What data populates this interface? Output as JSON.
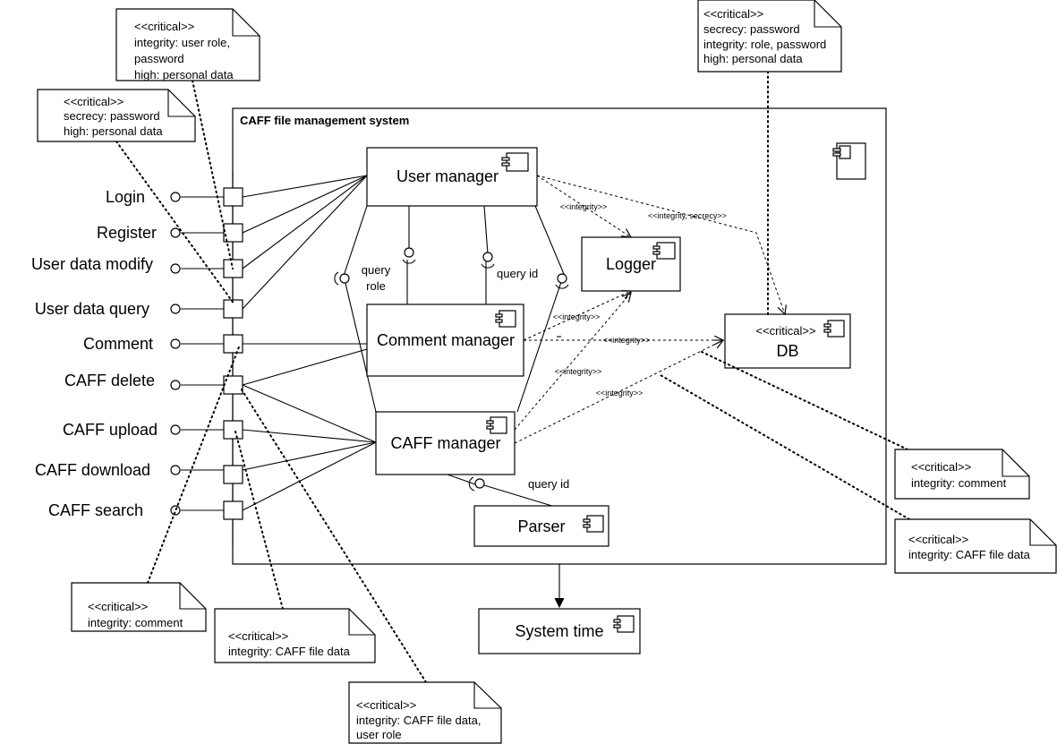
{
  "system": {
    "title": "CAFF file management system"
  },
  "components": {
    "user_manager": "User manager",
    "logger": "Logger",
    "db_stereotype": "<<critical>>",
    "db": "DB",
    "comment_manager": "Comment manager",
    "caff_manager": "CAFF manager",
    "parser": "Parser",
    "system_time": "System time"
  },
  "ports": [
    "Login",
    "Register",
    "User data modify",
    "User data query",
    "Comment",
    "CAFF delete",
    "CAFF upload",
    "CAFF download",
    "CAFF search"
  ],
  "interface_labels": {
    "query_role_1": "query",
    "query_role_2": "role",
    "query_id_user": "query id",
    "query_id_parser": "query id"
  },
  "dependency_labels": {
    "um_logger": "<<integrity>>",
    "um_db": "<<integrity, secrecy>>",
    "cm_logger": "<<integrity>>",
    "cm_db": "<<integrity>>",
    "caff_logger": "<<integrity>>",
    "caff_db": "<<integrity>>"
  },
  "notes": {
    "n1": [
      "<<critical>>",
      "integrity: user role,",
      "password",
      "high: personal data"
    ],
    "n2": [
      "<<critical>>",
      "secrecy: password",
      "high: personal data"
    ],
    "n3": [
      "<<critical>>",
      "secrecy: password",
      "integrity: role, password",
      "high: personal data"
    ],
    "n4": [
      "<<critical>>",
      "integrity: comment"
    ],
    "n5": [
      "<<critical>>",
      "integrity: CAFF file data"
    ],
    "n6": [
      "<<critical>>",
      "integrity: comment"
    ],
    "n7": [
      "<<critical>>",
      "integrity: CAFF file data"
    ],
    "n8": [
      "<<critical>>",
      "integrity: CAFF file data,",
      "user role"
    ]
  }
}
